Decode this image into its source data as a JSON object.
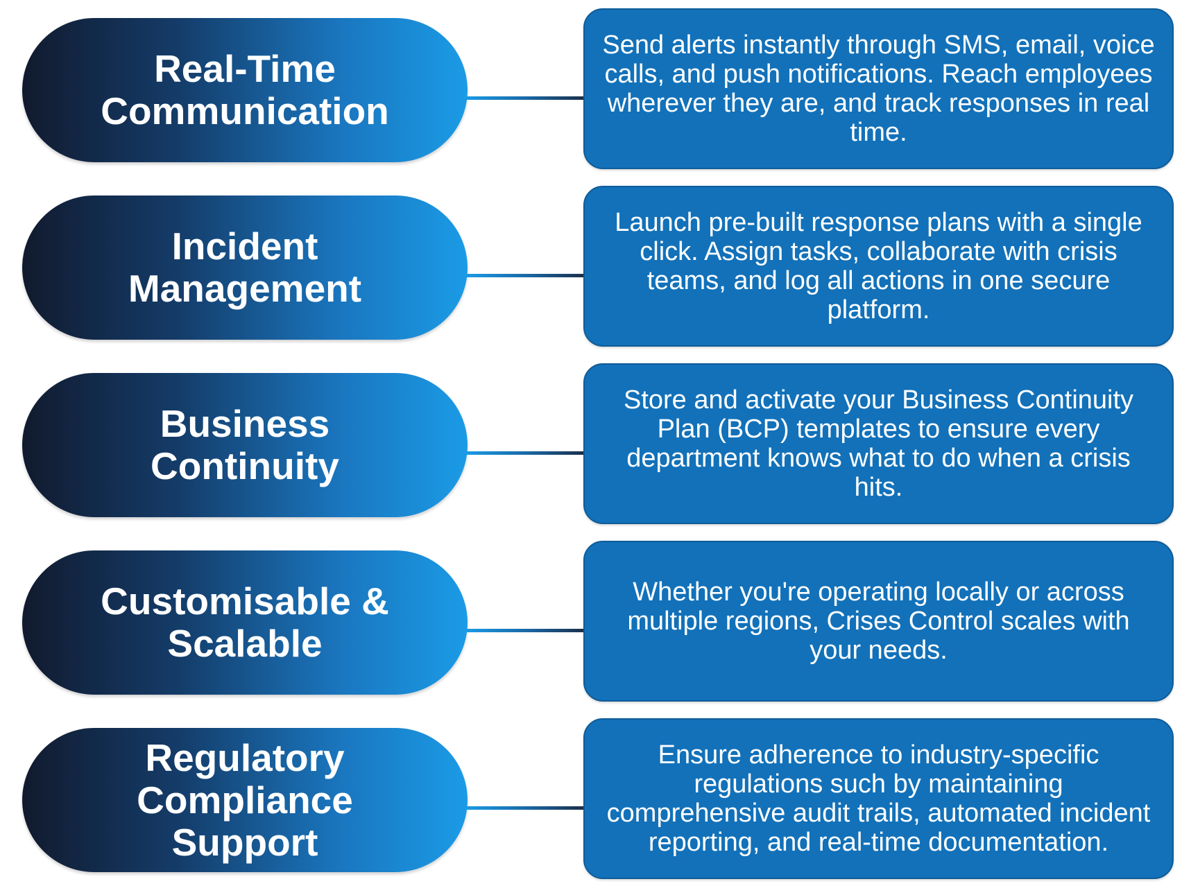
{
  "colors": {
    "pill_gradient_start": "#111a2e",
    "pill_gradient_end": "#1b9be6",
    "card_fill": "#1271b9",
    "text": "#ffffff"
  },
  "rows": [
    {
      "title": "Real-Time\nCommunication",
      "description": "Send alerts instantly through SMS, email, voice calls, and push notifications. Reach employees wherever they are, and track responses in real time."
    },
    {
      "title": "Incident\nManagement",
      "description": "Launch pre-built response plans with a single click. Assign tasks, collaborate with crisis teams, and log all actions in one secure platform."
    },
    {
      "title": "Business\nContinuity",
      "description": "Store and activate your Business Continuity Plan (BCP) templates to ensure every department knows what to do when a crisis hits."
    },
    {
      "title": "Customisable &\nScalable",
      "description": "Whether you're operating locally or across multiple regions, Crises Control scales with your needs."
    },
    {
      "title": "Regulatory\nCompliance\nSupport",
      "description": "Ensure adherence to industry-specific regulations such by maintaining comprehensive audit trails, automated incident reporting, and real-time documentation."
    }
  ]
}
